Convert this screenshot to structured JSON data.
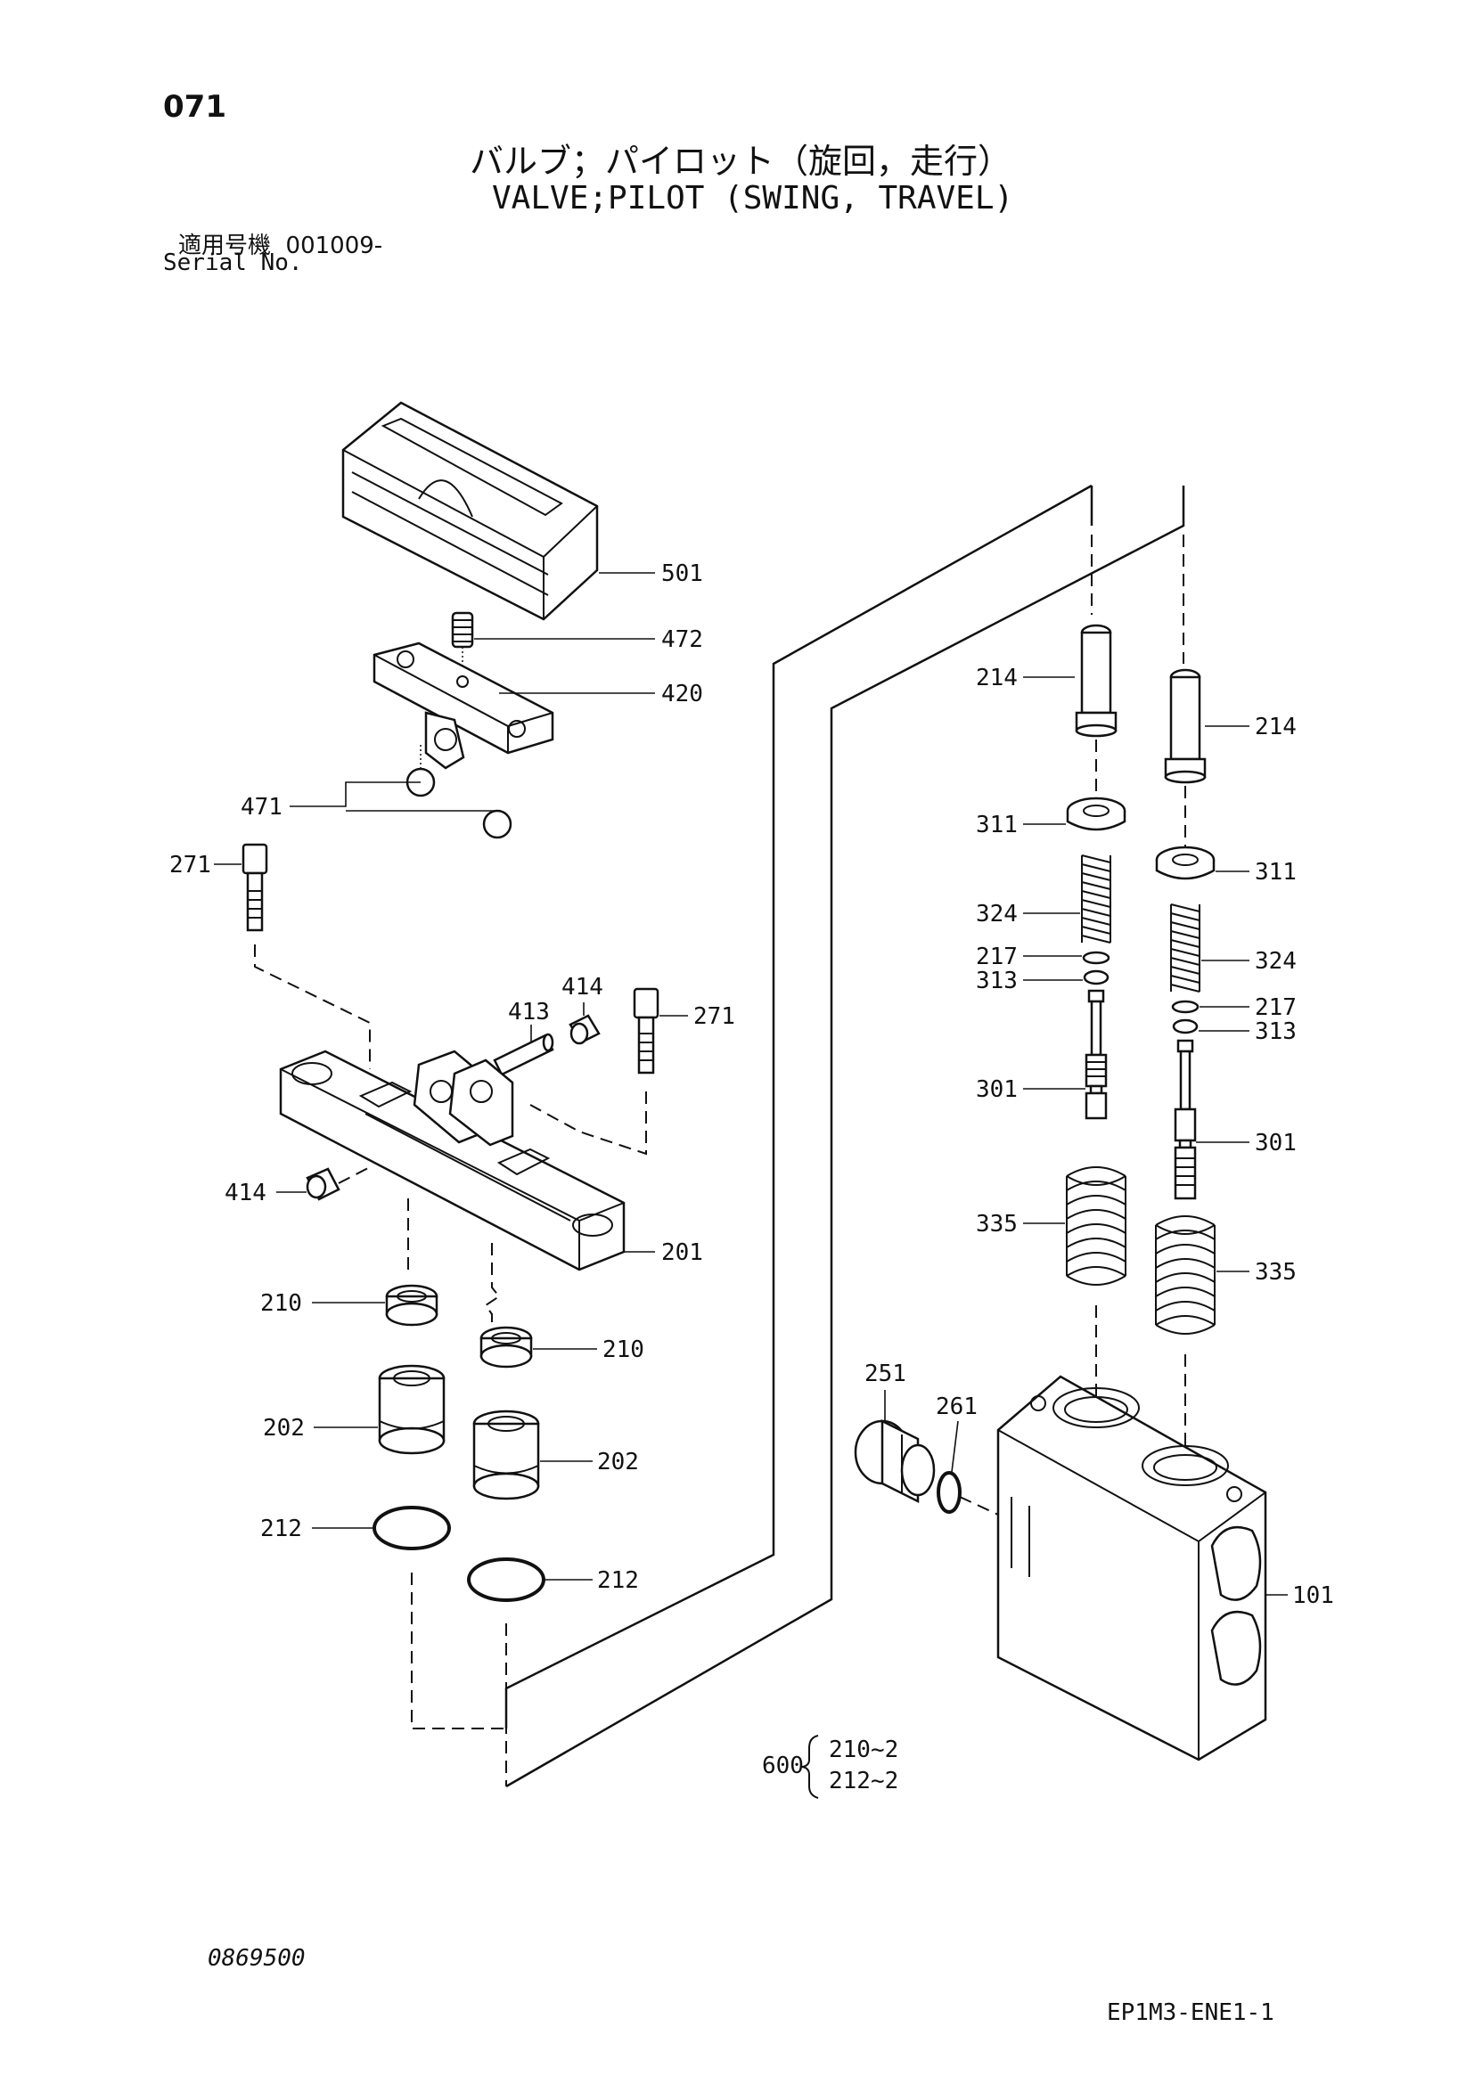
{
  "header": {
    "page_number": "071",
    "title_jp": "バルブ；パイロット（旋回，走行）",
    "title_en": "VALVE;PILOT (SWING, TRAVEL)",
    "serial_label_jp": "適用号機",
    "serial_value": "001009-",
    "serial_label_en": "Serial No."
  },
  "callouts": {
    "c501": "501",
    "c472": "472",
    "c420": "420",
    "c471": "471",
    "c271a": "271",
    "c271b": "271",
    "c414a": "414",
    "c414b": "414",
    "c413": "413",
    "c201": "201",
    "c210a": "210",
    "c210b": "210",
    "c202a": "202",
    "c202b": "202",
    "c212a": "212",
    "c212b": "212",
    "c214a": "214",
    "c214b": "214",
    "c311a": "311",
    "c311b": "311",
    "c324a": "324",
    "c324b": "324",
    "c217a": "217",
    "c217b": "217",
    "c313a": "313",
    "c313b": "313",
    "c301a": "301",
    "c301b": "301",
    "c335a": "335",
    "c335b": "335",
    "c251": "251",
    "c261": "261",
    "c101": "101"
  },
  "kit": {
    "number": "600",
    "items": [
      "210~2",
      "212~2"
    ]
  },
  "footer": {
    "drawing_number": "0869500",
    "sheet_code": "EP1M3-ENE1-1"
  }
}
